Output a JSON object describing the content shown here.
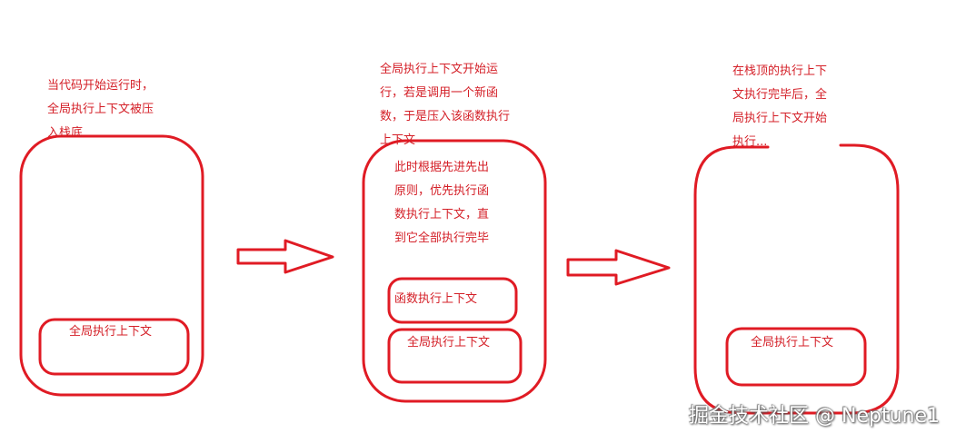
{
  "colors": {
    "stroke": "#e01b24",
    "text": "#d41f27"
  },
  "panel1": {
    "note": "当代码开始运行时，\n全局执行上下文被压\n入栈底",
    "global_context": "全局执行上下文"
  },
  "panel2": {
    "note": "全局执行上下文开始运\n行，若是调用一个新函\n数，于是压入该函数执行\n上下文",
    "inner_note": "此时根据先进先出\n原则，优先执行函\n数执行上下文，直\n到它全部执行完毕",
    "function_context": "函数执行上下文",
    "global_context": "全局执行上下文"
  },
  "panel3": {
    "note": "在栈顶的执行上下\n文执行完毕后，全\n局执行上下文开始\n执行...",
    "global_context": "全局执行上下文"
  },
  "watermark": "掘金技术社区 @ Neptune1"
}
